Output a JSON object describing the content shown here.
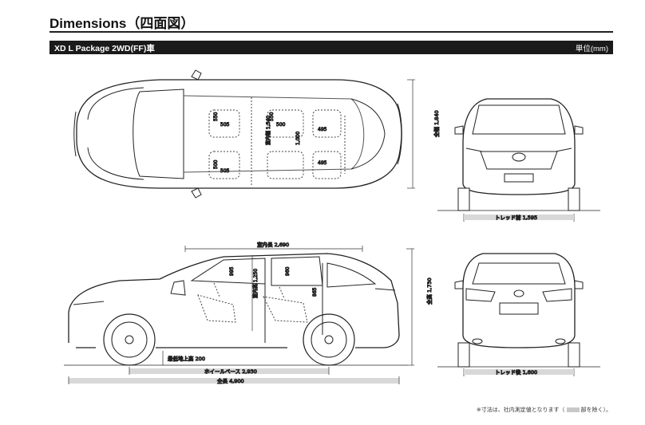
{
  "header": {
    "title": "Dimensions（四面図）"
  },
  "section": {
    "name": "XD L Package 2WD(FF)車",
    "unit": "単位(mm)"
  },
  "top_view": {
    "seat_dims": [
      "550",
      "505",
      "500",
      "505",
      "550",
      "500",
      "495",
      "495"
    ],
    "interior_width": "室内幅 1,540",
    "seat_center": "1,000",
    "overall_width": "全幅 1,840"
  },
  "front_view": {
    "tread_front": "トレッド前 1,595"
  },
  "side_view": {
    "interior_length": "室内長 2,690",
    "interior_height": "室内高 1,250",
    "head_front": "995",
    "head_mid": "960",
    "head_rear": "865",
    "ground_clearance": "最低地上高 200",
    "wheelbase": "ホイールベース 2,930",
    "overall_length": "全長 4,900",
    "overall_height": "全高 1,730"
  },
  "rear_view": {
    "tread_rear": "トレッド後 1,600"
  },
  "footnote": {
    "before": "※寸法は、社内測定値となります（",
    "after": "部を除く）。"
  }
}
